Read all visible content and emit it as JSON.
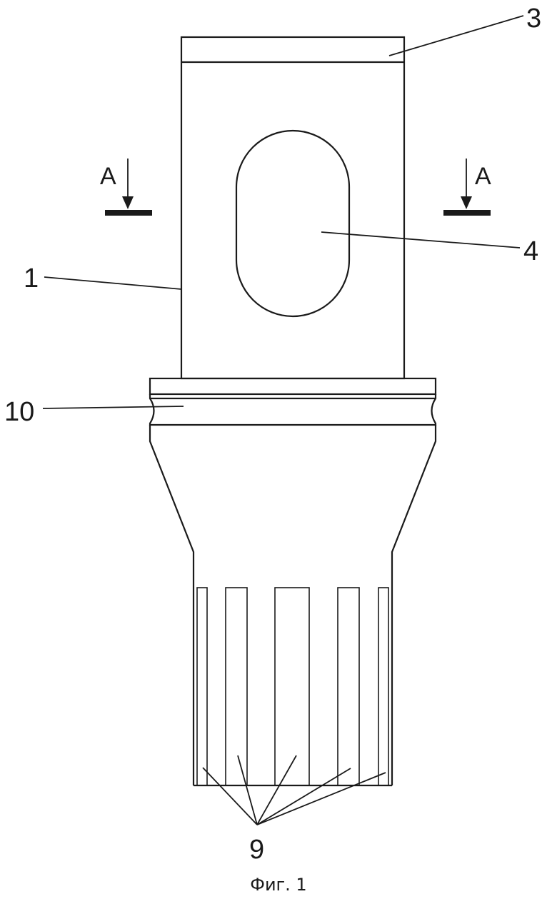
{
  "figure": {
    "caption": "Фиг. 1",
    "labels": {
      "part_1": "1",
      "part_3": "3",
      "part_4": "4",
      "part_9": "9",
      "part_10": "10"
    },
    "section_marks": {
      "left": "A",
      "right": "A"
    }
  },
  "colors": {
    "line": "#1a1a1a",
    "background": "#ffffff"
  }
}
